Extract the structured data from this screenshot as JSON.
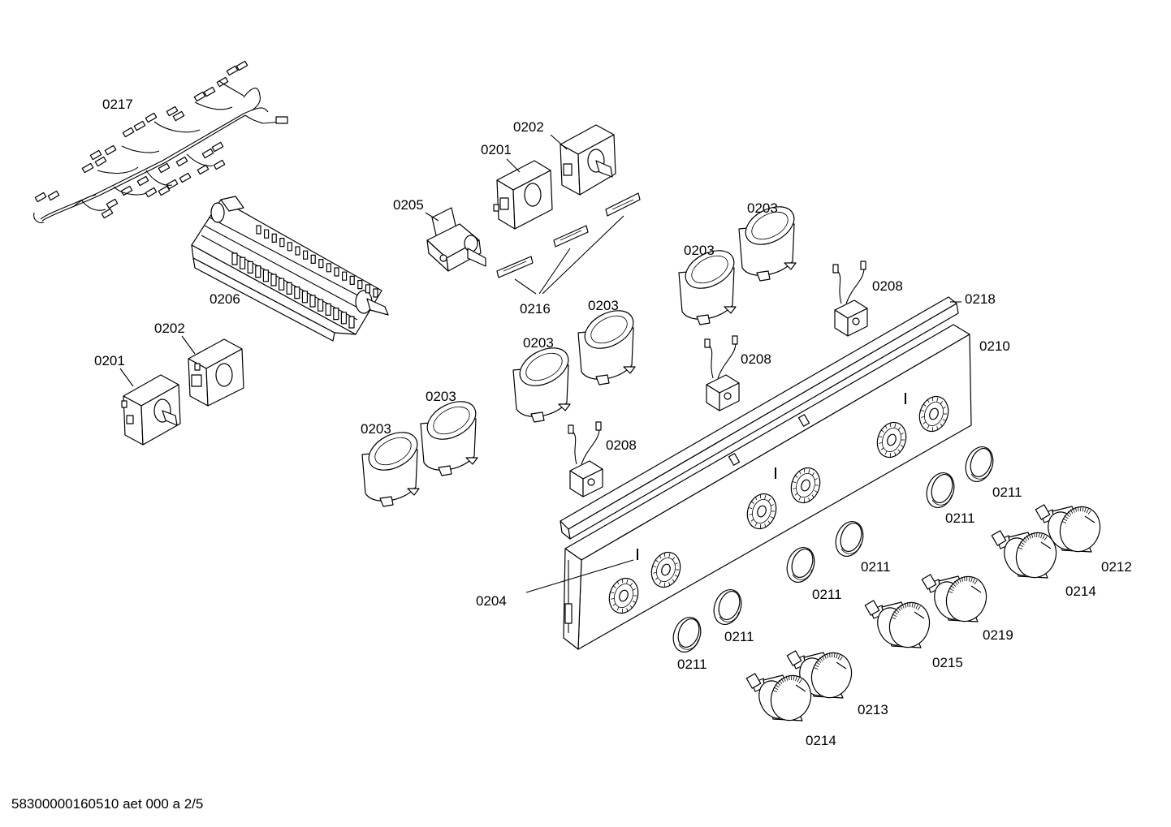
{
  "diagram": {
    "labels": {
      "p0217": "0217",
      "p0206": "0206",
      "p0201a": "0201",
      "p0202a": "0202",
      "p0201b": "0201",
      "p0202b": "0202",
      "p0205": "0205",
      "p0216": "0216",
      "p0203a": "0203",
      "p0203b": "0203",
      "p0203c": "0203",
      "p0203d": "0203",
      "p0203e": "0203",
      "p0203f": "0203",
      "p0208a": "0208",
      "p0208b": "0208",
      "p0208c": "0208",
      "p0218": "0218",
      "p0210": "0210",
      "p0204": "0204",
      "p0211a": "0211",
      "p0211b": "0211",
      "p0211c": "0211",
      "p0211d": "0211",
      "p0211e": "0211",
      "p0211f": "0211",
      "p0212": "0212",
      "p0214a": "0214",
      "p0214b": "0214",
      "p0219": "0219",
      "p0215": "0215",
      "p0213": "0213"
    }
  },
  "footer": {
    "code": "58300000160510 aet 000 a 2/5"
  }
}
